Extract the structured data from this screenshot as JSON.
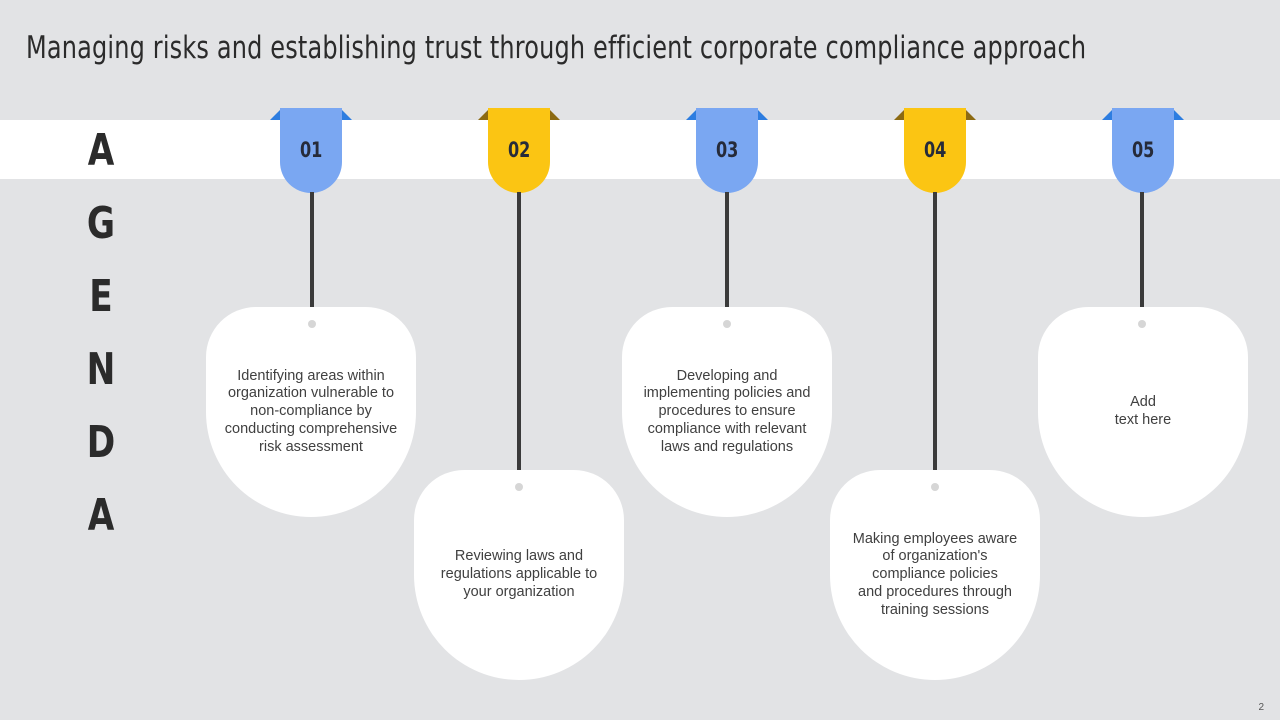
{
  "slide": {
    "title": "Managing risks and establishing trust through efficient corporate compliance approach",
    "page_number": "2"
  },
  "agenda": {
    "letters": [
      "A",
      "G",
      "E",
      "N",
      "D",
      "A"
    ]
  },
  "colors": {
    "background": "#e2e3e5",
    "band": "#ffffff",
    "blue_tab": "#7aa7f2",
    "blue_ear": "#2d7de0",
    "yellow_tab": "#fbc513",
    "yellow_ear": "#8c6a12",
    "stem": "#3a3a3a"
  },
  "steps": [
    {
      "number": "01",
      "color": "blue",
      "text": "Identifying  areas within\norganization vulnerable to\nnon-compliance by\nconducting comprehensive\nrisk assessment"
    },
    {
      "number": "02",
      "color": "yellow",
      "text": "Reviewing laws and\nregulations applicable to\nyour organization"
    },
    {
      "number": "03",
      "color": "blue",
      "text": "Developing and\nimplementing policies and\nprocedures to ensure\ncompliance with relevant\nlaws and regulations"
    },
    {
      "number": "04",
      "color": "yellow",
      "text": "Making employees aware\nof organization's\ncompliance policies\nand procedures through\ntraining sessions"
    },
    {
      "number": "05",
      "color": "blue",
      "text": "Add\ntext here"
    }
  ]
}
